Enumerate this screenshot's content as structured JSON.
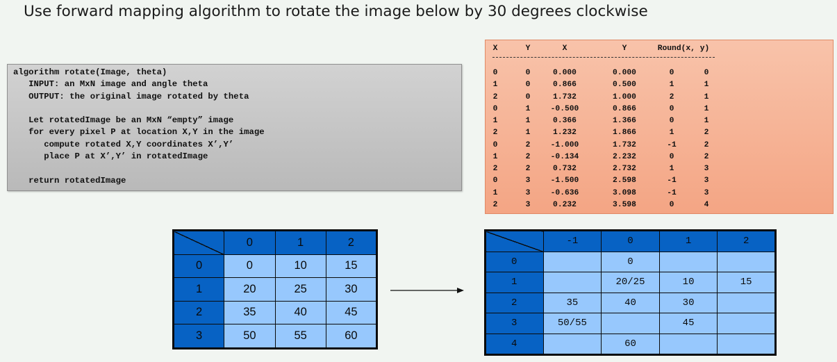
{
  "title": "Use forward mapping algorithm to rotate the image below by 30 degrees clockwise",
  "algorithm": {
    "lines": [
      "algorithm rotate(Image, theta)",
      "   INPUT: an MxN image and angle theta",
      "   OUTPUT: the original image rotated by theta",
      "   Let rotatedImage be an MxN “empty” image",
      "   for every pixel P at location X,Y in the image",
      "      compute rotated X,Y coordinates X’,Y’",
      "      place P at X’,Y’ in rotatedImage",
      "   return rotatedImage"
    ]
  },
  "calc_table": {
    "headers": [
      "X",
      "Y",
      "X",
      "Y",
      "Round(x, y)"
    ],
    "rows": [
      [
        "0",
        "0",
        "0.000",
        "0.000",
        "0",
        "0"
      ],
      [
        "1",
        "0",
        "0.866",
        "0.500",
        "1",
        "1"
      ],
      [
        "2",
        "0",
        "1.732",
        "1.000",
        "2",
        "1"
      ],
      [
        "0",
        "1",
        "-0.500",
        "0.866",
        "0",
        "1"
      ],
      [
        "1",
        "1",
        "0.366",
        "1.366",
        "0",
        "1"
      ],
      [
        "2",
        "1",
        "1.232",
        "1.866",
        "1",
        "2"
      ],
      [
        "0",
        "2",
        "-1.000",
        "1.732",
        "-1",
        "2"
      ],
      [
        "1",
        "2",
        "-0.134",
        "2.232",
        "0",
        "2"
      ],
      [
        "2",
        "2",
        "0.732",
        "2.732",
        "1",
        "3"
      ],
      [
        "0",
        "3",
        "-1.500",
        "2.598",
        "-1",
        "3"
      ],
      [
        "1",
        "3",
        "-0.636",
        "3.098",
        "-1",
        "3"
      ],
      [
        "2",
        "3",
        "0.232",
        "3.598",
        "0",
        "4"
      ]
    ]
  },
  "original_grid": {
    "col_headers": [
      "0",
      "1",
      "2"
    ],
    "row_headers": [
      "0",
      "1",
      "2",
      "3"
    ],
    "cells": [
      [
        "0",
        "10",
        "15"
      ],
      [
        "20",
        "25",
        "30"
      ],
      [
        "35",
        "40",
        "45"
      ],
      [
        "50",
        "55",
        "60"
      ]
    ]
  },
  "rotated_grid": {
    "col_headers": [
      "-1",
      "0",
      "1",
      "2"
    ],
    "row_headers": [
      "0",
      "1",
      "2",
      "3",
      "4"
    ],
    "cells": [
      [
        "",
        "0",
        "",
        ""
      ],
      [
        "",
        "20/25",
        "10",
        "15"
      ],
      [
        "35",
        "40",
        "30",
        ""
      ],
      [
        "50/55",
        "",
        "45",
        ""
      ],
      [
        "",
        "60",
        "",
        ""
      ]
    ]
  },
  "colors": {
    "header_blue": "#0762c4",
    "cell_blue": "#97c8fd",
    "algo_gray": "#c4c4c4",
    "calc_salmon": "#f6b394"
  },
  "icons": {
    "arrow": "right-arrow-icon"
  }
}
